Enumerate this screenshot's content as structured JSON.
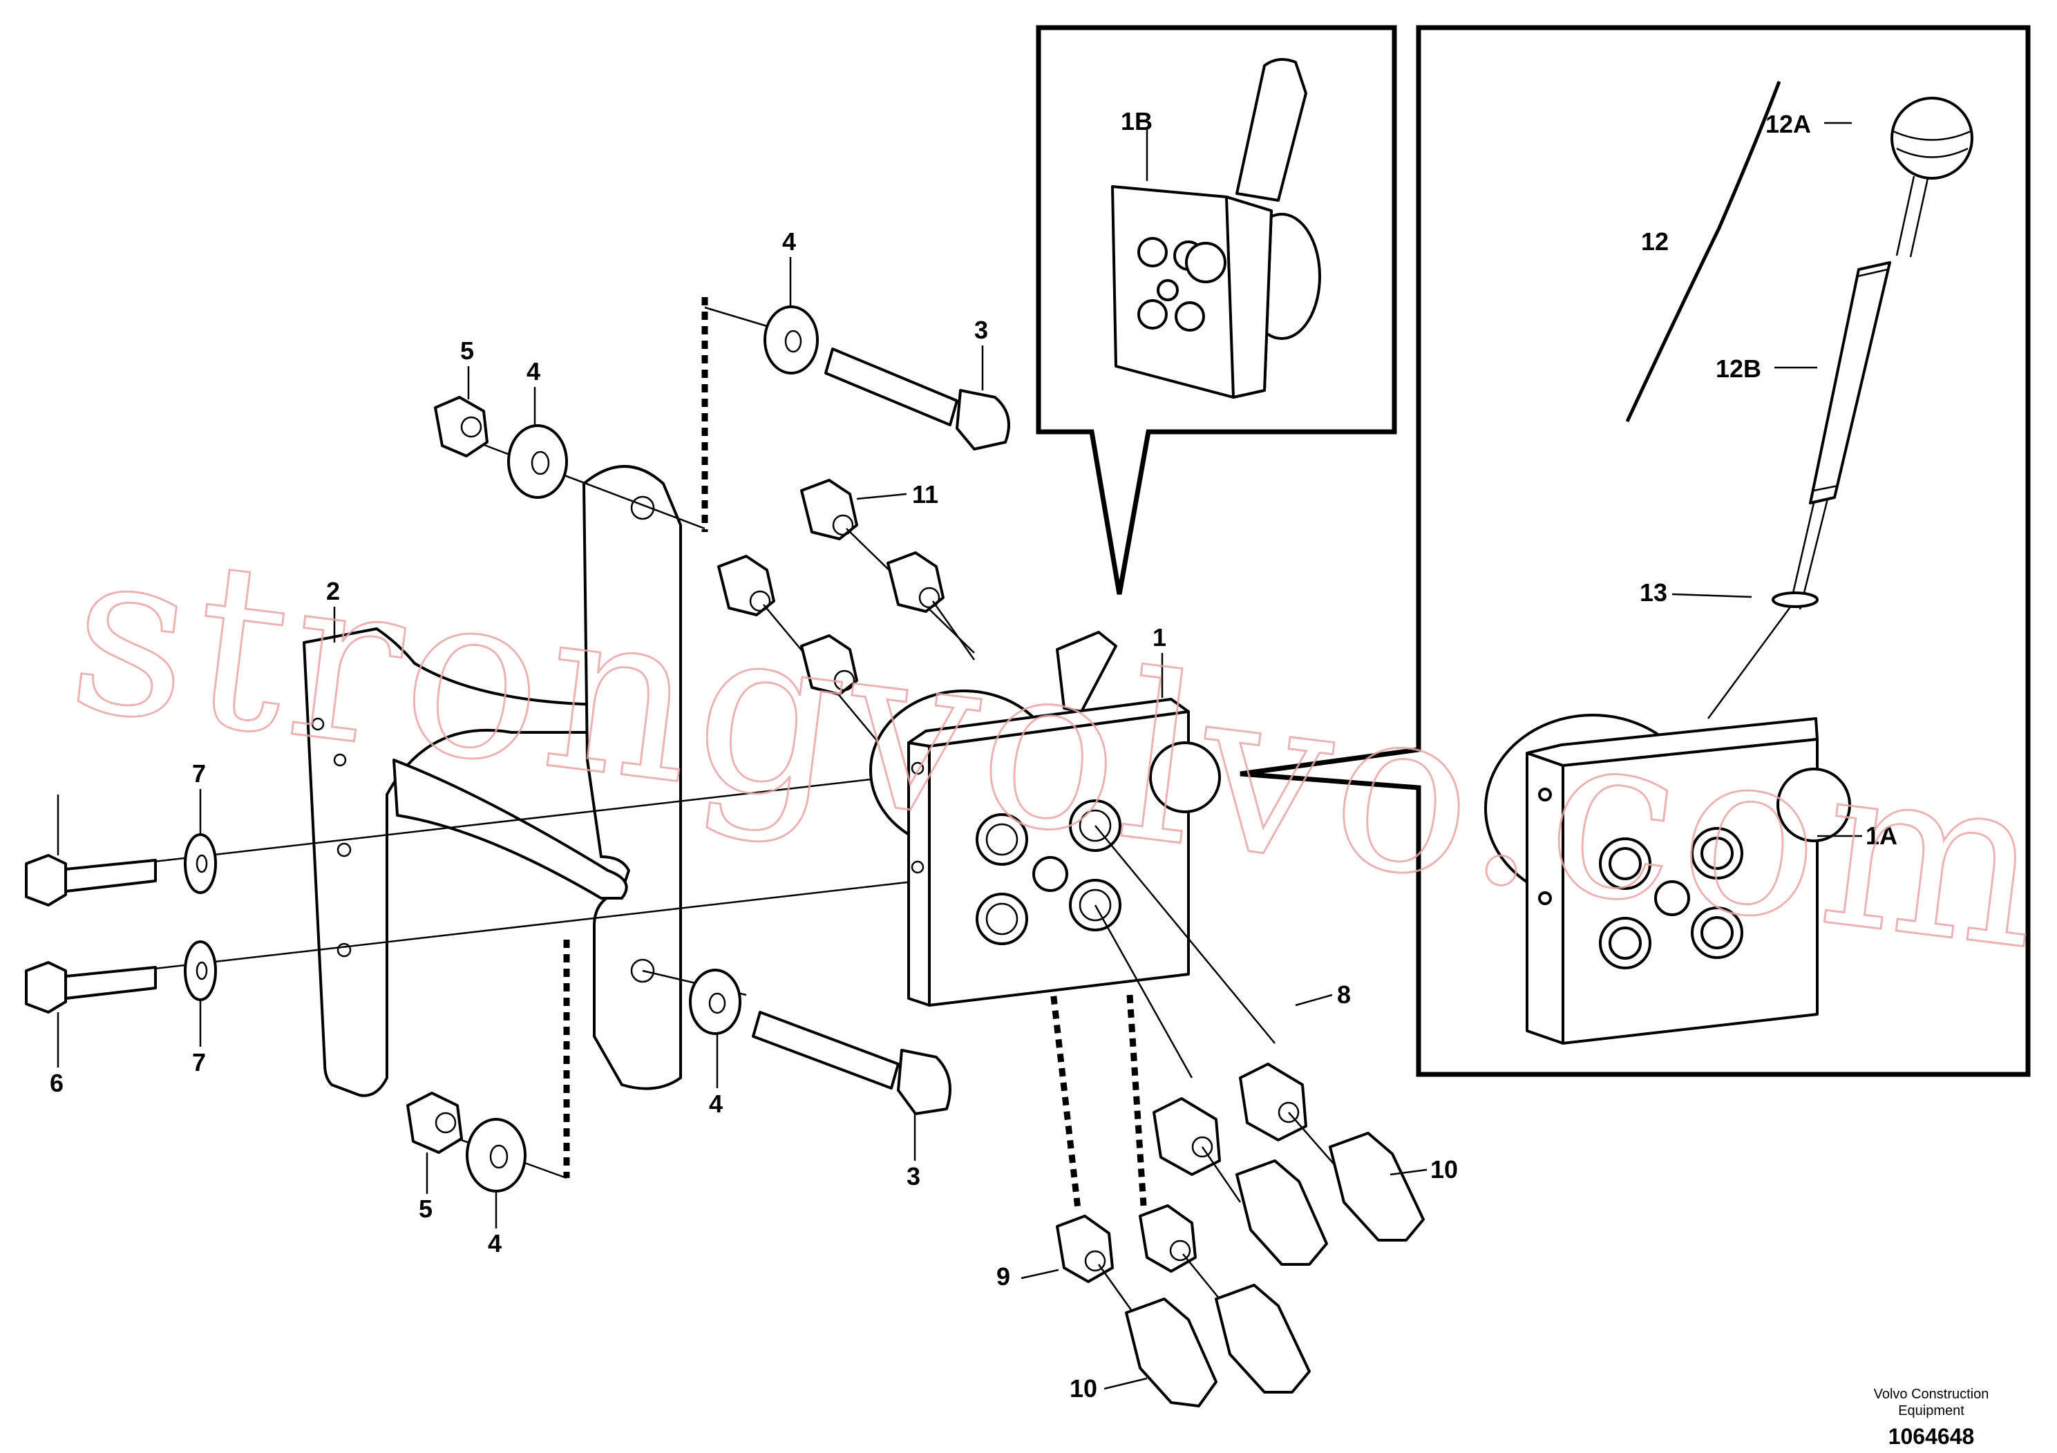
{
  "callouts": {
    "c1": "1",
    "c1a": "1A",
    "c1b": "1B",
    "c2": "2",
    "c3a": "3",
    "c3b": "3",
    "c4a": "4",
    "c4b": "4",
    "c4c": "4",
    "c4d": "4",
    "c5a": "5",
    "c5b": "5",
    "c6": "6",
    "c7a": "7",
    "c7b": "7",
    "c8": "8",
    "c9": "9",
    "c10a": "10",
    "c10b": "10",
    "c11": "11",
    "c12": "12",
    "c12a": "12A",
    "c12b": "12B",
    "c13": "13"
  },
  "footer": {
    "credit_line1": "Volvo Construction",
    "credit_line2": "Equipment",
    "doc_number": "1064648"
  },
  "watermark": "strongvolvo.com"
}
